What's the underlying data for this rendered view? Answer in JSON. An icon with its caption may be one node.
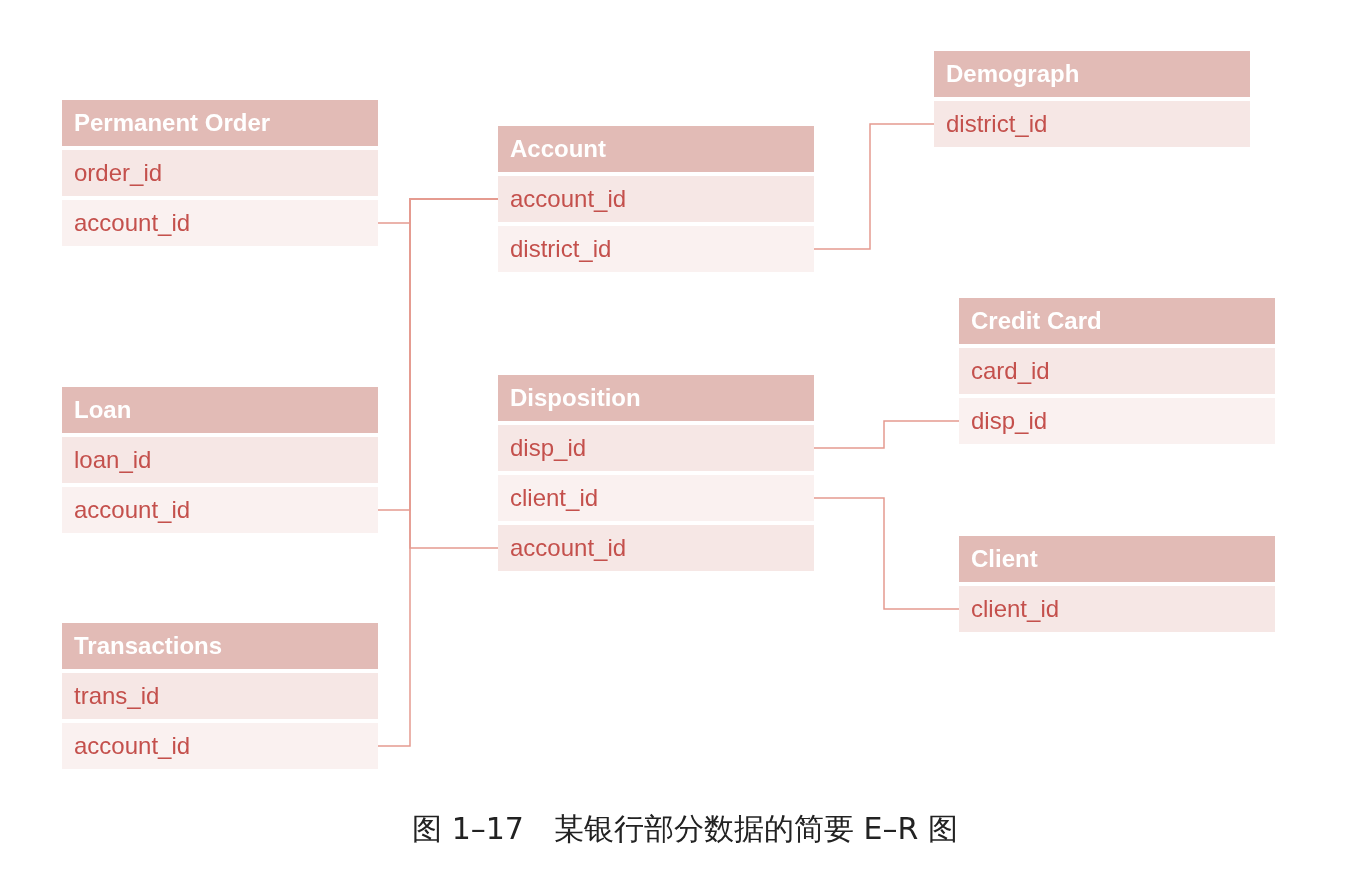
{
  "diagram": {
    "caption": "图 1–17　某银行部分数据的简要 E–R 图",
    "nodes": [
      {
        "text": [
          "Permanent Order"
        ]
      },
      {
        "text": [
          "order_id"
        ]
      },
      {
        "text": [
          "account_id"
        ]
      },
      {
        "text": [
          "Account"
        ]
      },
      {
        "text": [
          "account_id"
        ]
      },
      {
        "text": [
          "district_id"
        ]
      },
      {
        "text": [
          "Demograph"
        ]
      },
      {
        "text": [
          "district_id"
        ]
      },
      {
        "text": [
          "Loan"
        ]
      },
      {
        "text": [
          "loan_id"
        ]
      },
      {
        "text": [
          "account_id"
        ]
      },
      {
        "text": [
          "Disposition"
        ]
      },
      {
        "text": [
          "disp_id"
        ]
      },
      {
        "text": [
          "client_id"
        ]
      },
      {
        "text": [
          "account_id"
        ]
      },
      {
        "text": [
          "Credit Card"
        ]
      },
      {
        "text": [
          "card_id"
        ]
      },
      {
        "text": [
          "disp_id"
        ]
      },
      {
        "text": [
          "Client"
        ]
      },
      {
        "text": [
          "client_id"
        ]
      },
      {
        "text": [
          "Transactions"
        ]
      },
      {
        "text": [
          "trans_id"
        ]
      },
      {
        "text": [
          "account_id"
        ]
      }
    ],
    "edges": [
      {
        "from": 2,
        "to": 4,
        "arrow": "none"
      },
      {
        "from": 10,
        "to": 4,
        "arrow": "none"
      },
      {
        "from": 22,
        "to": 4,
        "arrow": "none"
      },
      {
        "from": 14,
        "to": 4,
        "arrow": "none"
      },
      {
        "from": 5,
        "to": 7,
        "arrow": "none"
      },
      {
        "from": 12,
        "to": 17,
        "arrow": "none"
      },
      {
        "from": 13,
        "to": 19,
        "arrow": "none"
      }
    ]
  }
}
